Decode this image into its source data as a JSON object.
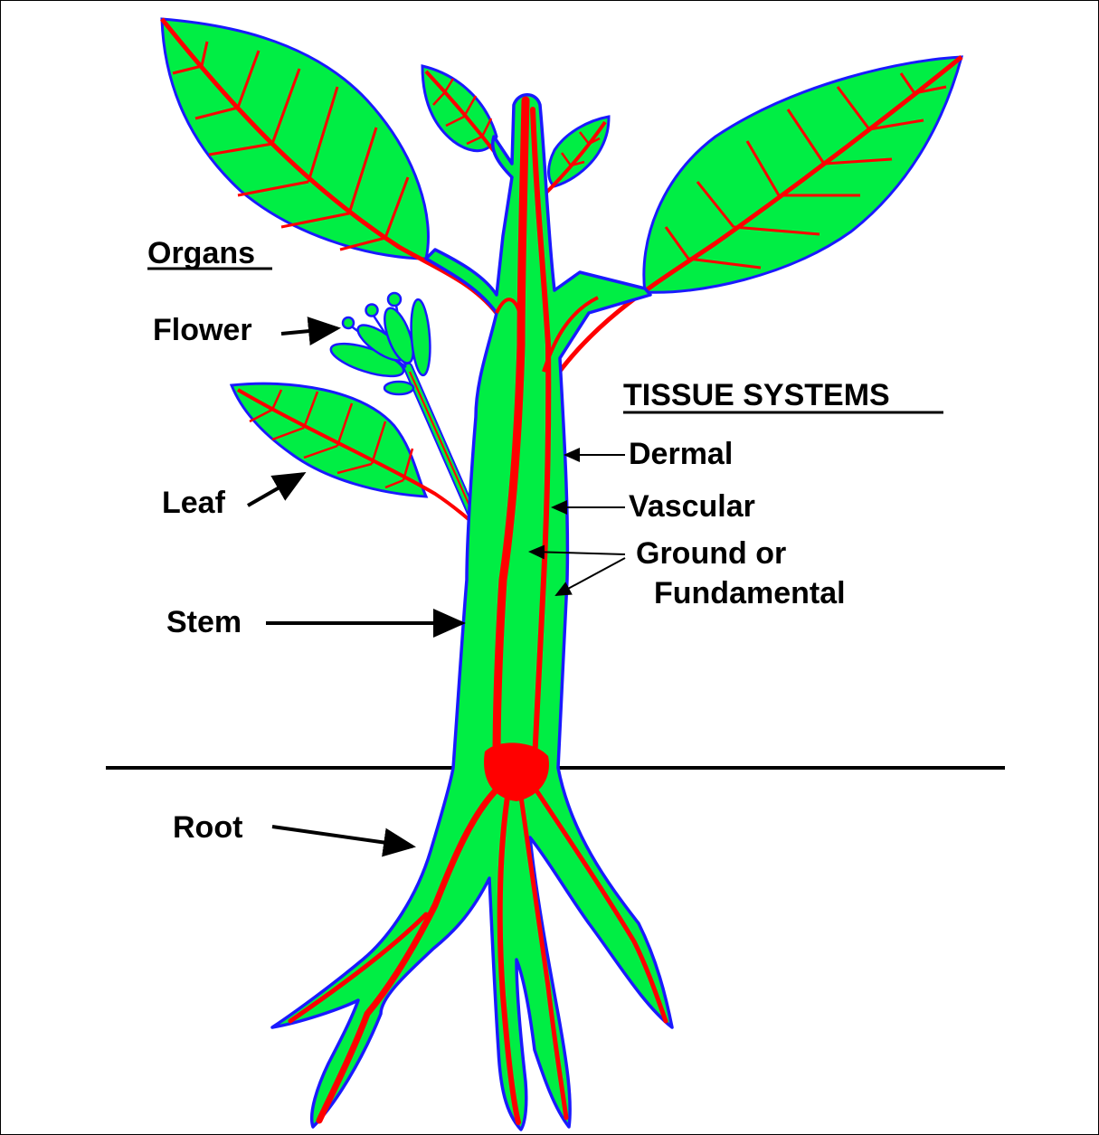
{
  "colors": {
    "tissue_fill": "#00ee44",
    "vascular": "#ff0000",
    "outline": "#1a1aff",
    "ink": "#000000",
    "background": "#ffffff"
  },
  "organs": {
    "heading": "Organs",
    "flower": "Flower",
    "leaf": "Leaf",
    "stem": "Stem",
    "root": "Root"
  },
  "tissue_systems": {
    "heading": "TISSUE SYSTEMS",
    "dermal": "Dermal",
    "vascular": "Vascular",
    "ground_line1": "Ground or",
    "ground_line2": "Fundamental"
  }
}
